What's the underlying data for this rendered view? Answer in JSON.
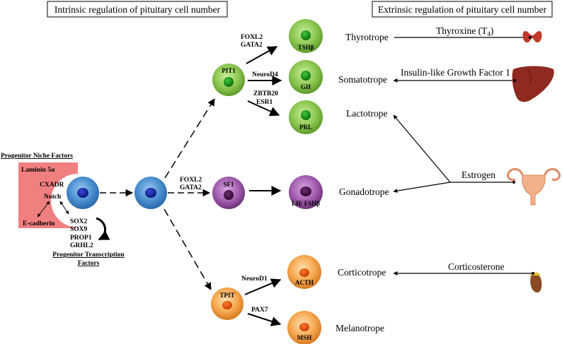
{
  "headers": {
    "intrinsic": "Intrinsic regulation of pituitary cell number",
    "extrinsic": "Extrinsic regulation of pituitary cell number"
  },
  "niche": {
    "title": "Progenitor Niche Factors",
    "laminin": "Laminin 5α",
    "cxadr": "CXADR",
    "notch": "Notch",
    "ecadherin": "E-cadherin"
  },
  "progenitor_tfs": {
    "items": [
      "SOX2",
      "SOX9",
      "PROP1",
      "GRHL2"
    ],
    "title_line1": "Progenitor Transcription",
    "title_line2": "Factors"
  },
  "lineages": {
    "pit1": "PIT1",
    "sf1": "SF1",
    "tpit": "TPIT"
  },
  "factors": {
    "foxl2_gata2_a_1": "FOXL2",
    "foxl2_gata2_a_2": "GATA2",
    "neurod4": "NeuroD4",
    "zbtb20": "ZBTB20",
    "esr1": "ESR1",
    "foxl2_gata2_b_1": "FOXL2",
    "foxl2_gata2_b_2": "GATA2",
    "neurod1": "NeuroD1",
    "pax7": "PAX7"
  },
  "hormones": {
    "tsh": "TSHβ",
    "gh": "GH",
    "prl": "PRL",
    "lhfsh": "LH/ FSHβ",
    "acth": "ACTH",
    "msh": "MSH"
  },
  "cell_types": {
    "thyrotrope": "Thyrotrope",
    "somatotrope": "Somatotrope",
    "lactotrope": "Lactotrope",
    "gonadotrope": "Gonadotrope",
    "corticotrope": "Corticotrope",
    "melanotrope": "Melanotrope"
  },
  "extrinsic_signals": {
    "thyroxine": "Thyroxine (T",
    "thyroxine_sub": "4",
    "thyroxine_close": ")",
    "igf1": "Insulin-like Growth Factor 1",
    "estrogen": "Estrogen",
    "corticosterone": "Corticosterone"
  },
  "organ_icons": [
    "thyroid-icon",
    "liver-icon",
    "uterus-icon",
    "adrenal-icon"
  ],
  "colors": {
    "niche": "#f08080",
    "progenitor": "#4a8fd0",
    "pit1_lineage": "#7fc24a",
    "sf1_lineage": "#9b4fa6",
    "tpit_lineage": "#f5a14a"
  }
}
